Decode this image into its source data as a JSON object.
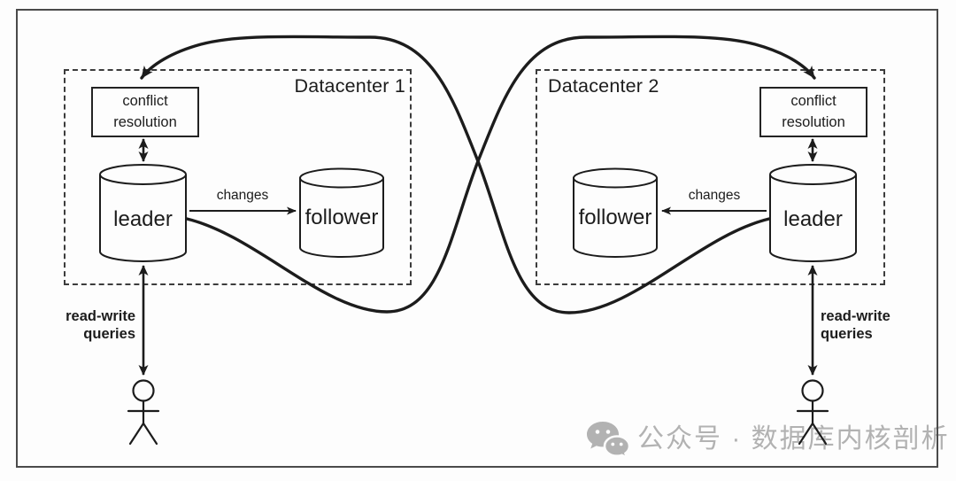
{
  "colors": {
    "line": "#1c1c1c",
    "dashed_border": "#3c3c3c",
    "watermark": "#b2b2b2",
    "background": "#fdfdfd"
  },
  "datacenter1": {
    "title": "Datacenter 1",
    "conflict_resolution": "conflict resolution",
    "leader": "leader",
    "follower": "follower",
    "changes": "changes",
    "queries": "read-write queries"
  },
  "datacenter2": {
    "title": "Datacenter 2",
    "conflict_resolution": "conflict resolution",
    "leader": "leader",
    "follower": "follower",
    "changes": "changes",
    "queries": "read-write queries"
  },
  "watermark": {
    "icon": "wechat-icon",
    "text": "公众号 · 数据库内核剖析"
  }
}
